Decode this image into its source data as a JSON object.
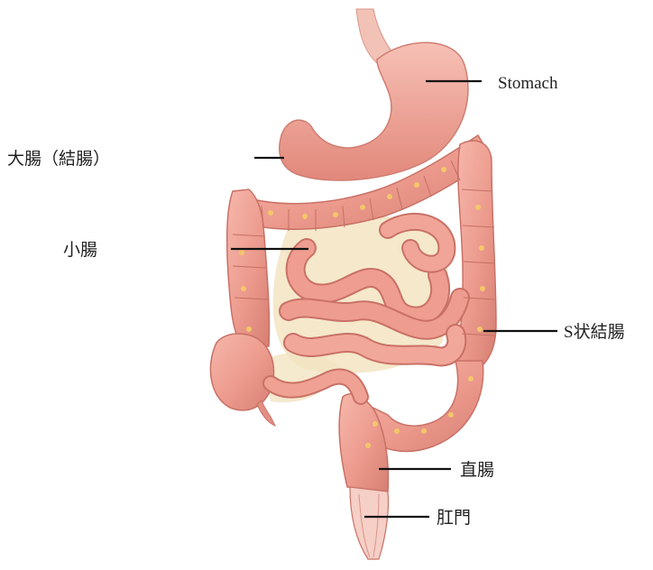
{
  "labels": {
    "stomach": "Stomach",
    "large_intestine": "大腸（結腸）",
    "small_intestine": "小腸",
    "sigmoid_colon": "S状結腸",
    "rectum": "直腸",
    "anus": "肛門"
  },
  "colors": {
    "tissue": "#ee9f93",
    "tissue_dark": "#c97166",
    "tissue_light": "#f8c9bf",
    "fat": "#f4c76a",
    "mesentery": "#f3e4c2",
    "leader_line": "#111111",
    "background": "#ffffff"
  }
}
